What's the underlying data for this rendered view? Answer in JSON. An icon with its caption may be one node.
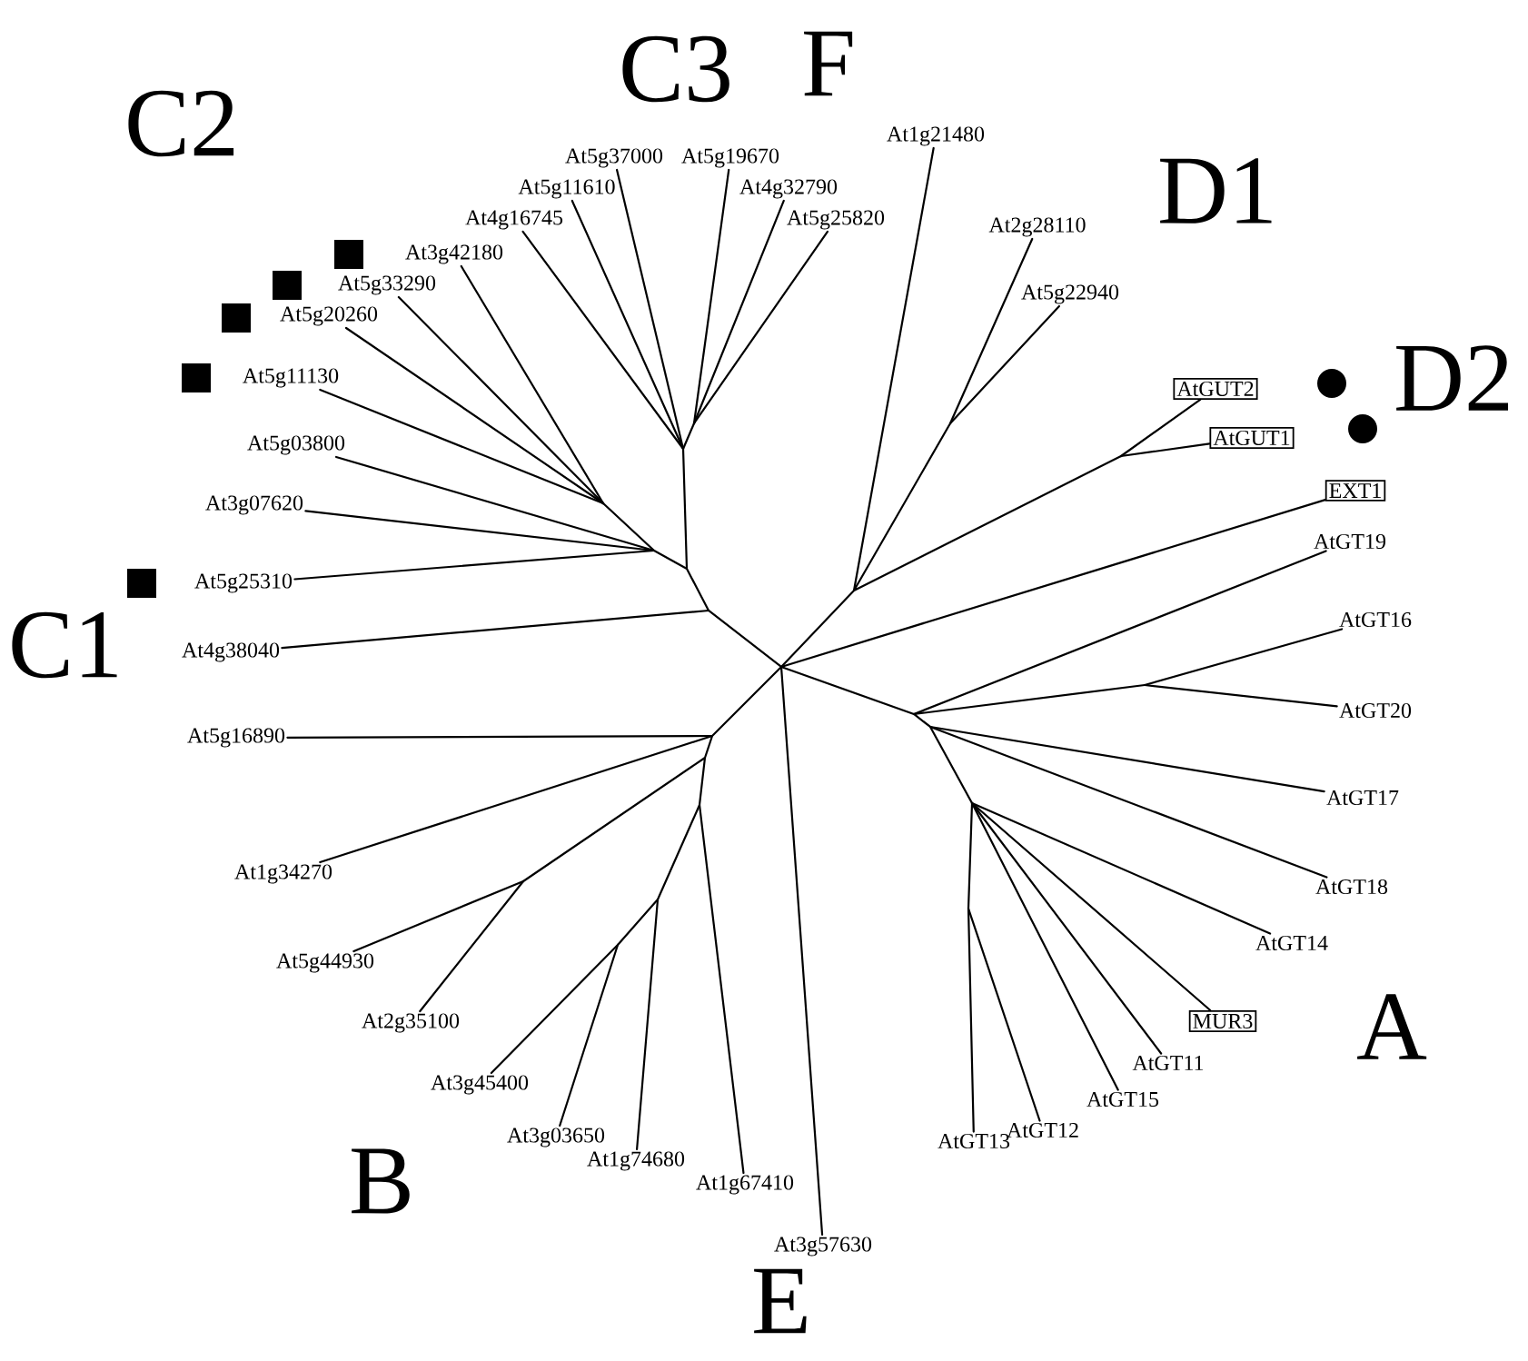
{
  "diagram": {
    "nodes": [
      {
        "text": [
          "At5g37000"
        ]
      },
      {
        "text": [
          "At5g19670"
        ]
      },
      {
        "text": [
          "At5g11610"
        ]
      },
      {
        "text": [
          "At4g32790"
        ]
      },
      {
        "text": [
          "At4g16745"
        ]
      },
      {
        "text": [
          "At5g25820"
        ]
      },
      {
        "text": [
          "At3g42180"
        ]
      },
      {
        "text": [
          "At5g33290"
        ]
      },
      {
        "text": [
          "At5g20260"
        ]
      },
      {
        "text": [
          "At5g11130"
        ]
      },
      {
        "text": [
          "At5g03800"
        ]
      },
      {
        "text": [
          "At3g07620"
        ]
      },
      {
        "text": [
          "At5g25310"
        ]
      },
      {
        "text": [
          "At4g38040"
        ]
      },
      {
        "text": [
          "At5g16890"
        ]
      },
      {
        "text": [
          "At1g34270"
        ]
      },
      {
        "text": [
          "At5g44930"
        ]
      },
      {
        "text": [
          "At2g35100"
        ]
      },
      {
        "text": [
          "At3g45400"
        ]
      },
      {
        "text": [
          "At3g03650"
        ]
      },
      {
        "text": [
          "At1g74680"
        ]
      },
      {
        "text": [
          "At1g67410"
        ]
      },
      {
        "text": [
          "At3g57630"
        ]
      },
      {
        "text": [
          "At1g21480"
        ]
      },
      {
        "text": [
          "At2g28110"
        ]
      },
      {
        "text": [
          "At5g22940"
        ]
      },
      {
        "text": [
          "AtGUT2"
        ]
      },
      {
        "text": [
          "AtGUT1"
        ]
      },
      {
        "text": [
          "EXT1"
        ]
      },
      {
        "text": [
          "AtGT19"
        ]
      },
      {
        "text": [
          "AtGT16"
        ]
      },
      {
        "text": [
          "AtGT20"
        ]
      },
      {
        "text": [
          "AtGT17"
        ]
      },
      {
        "text": [
          "AtGT18"
        ]
      },
      {
        "text": [
          "AtGT14"
        ]
      },
      {
        "text": [
          "MUR3"
        ]
      },
      {
        "text": [
          "AtGT11"
        ]
      },
      {
        "text": [
          "AtGT15"
        ]
      },
      {
        "text": [
          "AtGT12"
        ]
      },
      {
        "text": [
          "AtGT13"
        ]
      }
    ],
    "edges": [
      {
        "from": null,
        "to": 0,
        "arrow": "none"
      },
      {
        "from": null,
        "to": 1,
        "arrow": "none"
      },
      {
        "from": null,
        "to": 2,
        "arrow": "none"
      },
      {
        "from": null,
        "to": 3,
        "arrow": "none"
      },
      {
        "from": null,
        "to": 4,
        "arrow": "none"
      },
      {
        "from": null,
        "to": 5,
        "arrow": "none"
      },
      {
        "from": null,
        "to": 6,
        "arrow": "none"
      },
      {
        "from": null,
        "to": 7,
        "arrow": "none"
      },
      {
        "from": null,
        "to": 8,
        "arrow": "none"
      },
      {
        "from": null,
        "to": 9,
        "arrow": "none"
      },
      {
        "from": null,
        "to": 10,
        "arrow": "none"
      },
      {
        "from": null,
        "to": 11,
        "arrow": "none"
      },
      {
        "from": null,
        "to": 12,
        "arrow": "none"
      },
      {
        "from": null,
        "to": 13,
        "arrow": "none"
      },
      {
        "from": null,
        "to": 14,
        "arrow": "none"
      },
      {
        "from": null,
        "to": 15,
        "arrow": "none"
      },
      {
        "from": null,
        "to": 16,
        "arrow": "none"
      },
      {
        "from": null,
        "to": 17,
        "arrow": "none"
      },
      {
        "from": null,
        "to": 18,
        "arrow": "none"
      },
      {
        "from": null,
        "to": 19,
        "arrow": "none"
      },
      {
        "from": null,
        "to": 20,
        "arrow": "none"
      },
      {
        "from": null,
        "to": 21,
        "arrow": "none"
      },
      {
        "from": null,
        "to": 22,
        "arrow": "none"
      },
      {
        "from": null,
        "to": 23,
        "arrow": "none"
      },
      {
        "from": null,
        "to": 24,
        "arrow": "none"
      },
      {
        "from": null,
        "to": 25,
        "arrow": "none"
      },
      {
        "from": null,
        "to": 26,
        "arrow": "none"
      },
      {
        "from": null,
        "to": 27,
        "arrow": "none"
      },
      {
        "from": null,
        "to": 28,
        "arrow": "none"
      },
      {
        "from": null,
        "to": 29,
        "arrow": "none"
      },
      {
        "from": null,
        "to": 30,
        "arrow": "none"
      },
      {
        "from": null,
        "to": 31,
        "arrow": "none"
      },
      {
        "from": null,
        "to": 32,
        "arrow": "none"
      },
      {
        "from": null,
        "to": 33,
        "arrow": "none"
      },
      {
        "from": null,
        "to": 34,
        "arrow": "none"
      },
      {
        "from": null,
        "to": 35,
        "arrow": "none"
      },
      {
        "from": null,
        "to": 36,
        "arrow": "none"
      },
      {
        "from": null,
        "to": 37,
        "arrow": "none"
      },
      {
        "from": null,
        "to": 38,
        "arrow": "none"
      },
      {
        "from": null,
        "to": 39,
        "arrow": "none"
      }
    ],
    "labels": [
      "C3",
      "F",
      "C2",
      "D1",
      "D2",
      "C1",
      "A",
      "B",
      "E"
    ]
  }
}
